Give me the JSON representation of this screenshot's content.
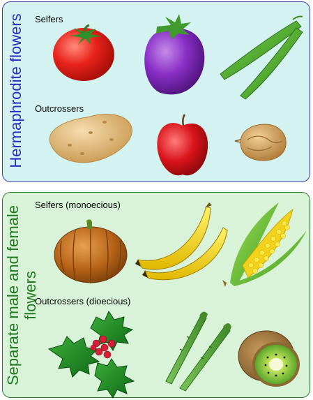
{
  "hermaphrodite": {
    "title": "Hermaphrodite flowers",
    "selfers_label": "Selfers",
    "outcrossers_label": "Outcrossers",
    "selfers": [
      "tomato-icon",
      "eggplant-icon",
      "green-bean-icon"
    ],
    "outcrossers": [
      "potato-icon",
      "apple-icon",
      "walnut-icon"
    ]
  },
  "separate": {
    "title_line1": "Separate male and female",
    "title_line2": "flowers",
    "selfers_label": "Selfers (monoecious)",
    "outcrossers_label": "Outcrossers (dioecious)",
    "selfers": [
      "pumpkin-icon",
      "banana-icon",
      "corn-icon"
    ],
    "outcrossers": [
      "holly-icon",
      "asparagus-icon",
      "kiwi-icon"
    ]
  },
  "colors": {
    "top_panel": "#d4f3f0",
    "top_border": "#3a3ab0",
    "top_title": "#2b2bc0",
    "bottom_panel": "#d8f3d8",
    "bottom_border": "#2f7a2f",
    "bottom_title": "#1f7a1f"
  }
}
